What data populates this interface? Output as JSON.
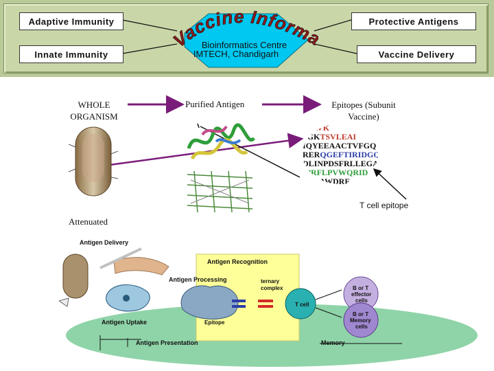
{
  "header": {
    "adaptive_immunity": "Adaptive Immunity",
    "innate_immunity": "Innate Immunity",
    "protective_antigens": "Protective Antigens",
    "vaccine_delivery": "Vaccine Delivery",
    "logo_arc_text": "Vaccine Informatics",
    "centre_name": "Bioinformatics Centre",
    "centre_location": "IMTECH, Chandigarh"
  },
  "main": {
    "whole_organism_line1": "WHOLE",
    "whole_organism_line2": "ORGANISM",
    "purified_antigen": "Purified Antigen",
    "epitopes_line1": "Epitopes (Subunit",
    "epitopes_line2": "Vaccine)",
    "t_cell_epitope": "T cell epitope",
    "attenuated": "Attenuated",
    "sequence_lines": [
      [
        {
          "t": "STAVK",
          "c": "#c0392b"
        }
      ],
      [
        {
          "t": "SGK",
          "c": "#111"
        },
        {
          "t": "TSVLEAI",
          "c": "#c0392b"
        }
      ],
      [
        {
          "t": "IQYEEAACTVFGQ",
          "c": "#111"
        }
      ],
      [
        {
          "t": "RER",
          "c": "#111"
        },
        {
          "t": "QGEFTIRIDGQ",
          "c": "#2c3ea8"
        }
      ],
      [
        {
          "t": "DLINPDSFRLLEGA",
          "c": "#111"
        }
      ],
      [
        {
          "t": "IPRFLPVWQRID",
          "c": "#2e9e3a"
        }
      ],
      [
        {
          "t": "SQAAWDRF",
          "c": "#111"
        }
      ]
    ]
  },
  "bottom_panel": {
    "antigen_delivery": "Antigen Delivery",
    "antigen_recognition": "Antigen Recognition",
    "antigen_processing": "Antigen Processing",
    "ternary_line1": "ternary",
    "ternary_line2": "complex",
    "t_cell": "T cell",
    "b_or_t_1": "B or T",
    "effector_cells_1": "effector",
    "effector_cells_2": "cells",
    "b_or_t_2": "B or T",
    "memory_cells_1": "Memory",
    "memory_cells_2": "cells",
    "antigen_uptake": "Antigen Uptake",
    "epitope": "Epitope",
    "antigen_presentation": "Antigen Presentation",
    "memory": "Memory"
  },
  "colors": {
    "header_bg": "#c9d6a8",
    "logo_diamond": "#00c8f0",
    "logo_text": "#8b1a1a",
    "arrow": "#7a1c7a",
    "recognition_bg": "#ffff99",
    "ellipse_bg": "#8fd4a8"
  }
}
